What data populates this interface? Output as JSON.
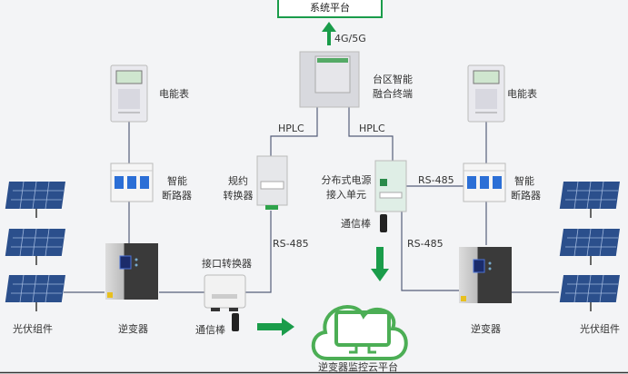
{
  "colors": {
    "accent": "#1a9c4a",
    "cloud": "#4cae55",
    "wire": "#555e7a"
  },
  "top": {
    "platform": "系统平台",
    "network": "4G/5G"
  },
  "terminal": {
    "line1": "台区智能",
    "line2": "融合终端"
  },
  "links": {
    "hplc_left": "HPLC",
    "hplc_right": "HPLC",
    "rs485_left": "RS-485",
    "rs485_right_top": "RS-485",
    "rs485_right_bottom": "RS-485"
  },
  "protocol_converter": {
    "line1": "规约",
    "line2": "转换器"
  },
  "distributed_unit": {
    "line1": "分布式电源",
    "line2": "接入单元"
  },
  "interface_converter": "接口转换器",
  "comm_stick_left": "通信棒",
  "comm_stick_right": "通信棒",
  "cloud": "逆变器监控云平台",
  "left": {
    "meter": "电能表",
    "breaker1": "智能",
    "breaker2": "断路器",
    "inverter": "逆变器",
    "pv": "光伏组件"
  },
  "right": {
    "meter": "电能表",
    "breaker1": "智能",
    "breaker2": "断路器",
    "inverter": "逆变器",
    "pv": "光伏组件"
  }
}
